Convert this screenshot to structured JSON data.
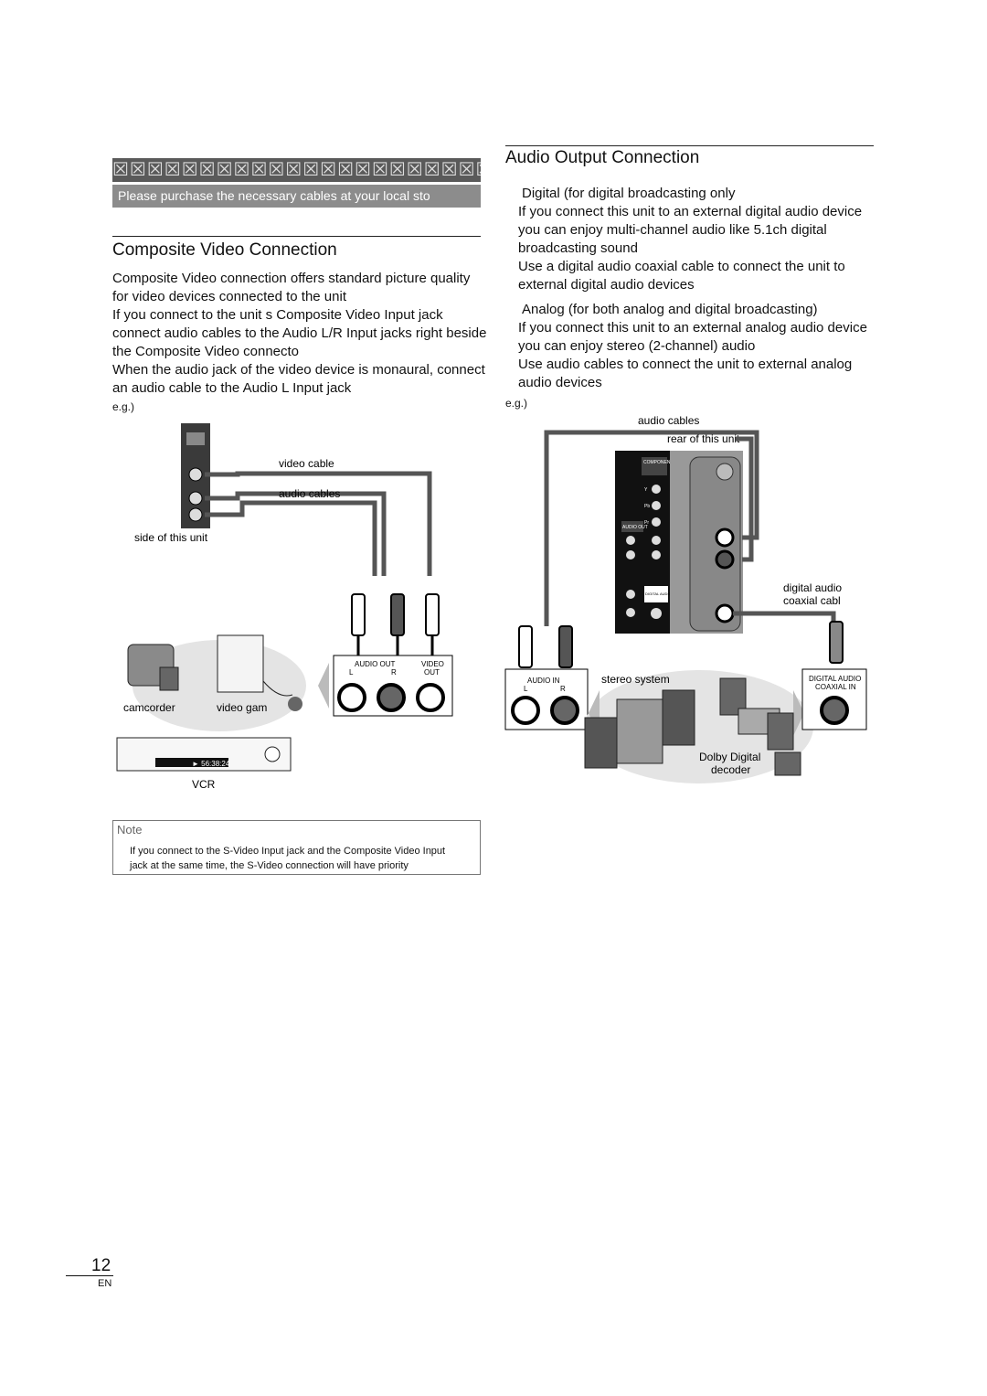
{
  "banner": {
    "title": "☒☒☒☒☒☒☒☒☒☒☒☒☒☒☒☒☒☒☒☒☒☒",
    "subtitle": "Please purchase the necessary cables at your local sto"
  },
  "composite": {
    "heading": "Composite Video Connection",
    "paragraphs": [
      "Composite Video connection offers standard picture quality",
      "for video devices connected to the unit",
      "If you connect to the unit s Composite Video Input jack",
      "connect audio cables to the Audio L/R Input jacks right beside",
      "the Composite Video connecto",
      "When the audio jack of the video device is monaural, connect",
      "an audio cable to the Audio L Input jack"
    ],
    "eg": "e.g.)",
    "diagram": {
      "video_cable": "video cable",
      "audio_cables": "audio cables",
      "side_label": "side of this unit",
      "camcorder": "camcorder",
      "video_game": "video gam",
      "vcr": "VCR",
      "audio_out": "AUDIO OUT",
      "l": "L",
      "r": "R",
      "video_out": "VIDEO",
      "out": "OUT",
      "vcr_display": "► 56:38:24"
    }
  },
  "audio": {
    "heading": "Audio Output Connection",
    "digital_title": "Digital (for digital broadcasting only",
    "digital_lines": [
      "If you connect this unit to an external digital audio device",
      "you can enjoy multi-channel audio like 5.1ch digital",
      "broadcasting sound",
      "Use a digital audio coaxial cable to connect the unit to",
      "external digital audio devices"
    ],
    "analog_title": "Analog (for both analog and digital broadcasting)",
    "analog_lines": [
      "If you connect this unit to an external analog audio device",
      "you can enjoy stereo (2-channel) audio",
      "Use audio cables to connect the unit to external analog",
      "audio devices"
    ],
    "eg": "e.g.)",
    "diagram": {
      "audio_cables": "audio cables",
      "rear_label": "rear of this unit",
      "digital_audio": "digital audio",
      "coaxial_cable": "coaxial cabl",
      "stereo_system": "stereo system",
      "dolby": "Dolby Digital",
      "decoder": "decoder",
      "audio_in": "AUDIO IN",
      "l": "L",
      "r": "R",
      "digital_audio_jack": "DIGITAL AUDIO",
      "coaxial_in": "COAXIAL IN",
      "component": "COMPONENT",
      "audio_out": "AUDIO OUT",
      "digital_audio_out": "DIGITAL AUDIO OUT (COAXIAL)",
      "y": "Y",
      "pb": "Pb",
      "pr": "Pr"
    }
  },
  "note": {
    "title": "Note",
    "lines": [
      "If you connect to the S-Video Input jack and the Composite Video Input",
      "jack at the same time, the S-Video connection will have priority"
    ]
  },
  "footer": {
    "page": "12",
    "lang": "EN"
  }
}
